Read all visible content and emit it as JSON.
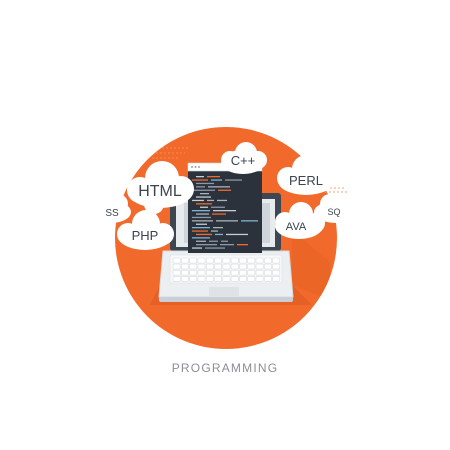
{
  "caption": "PROGRAMMING",
  "bubbles": {
    "cpp": "C++",
    "html": "HTML",
    "perl": "PERL",
    "css": "SS",
    "php": "PHP",
    "java": "AVA",
    "sql": "SQ"
  },
  "colors": {
    "circle": "#f26a2b",
    "circle_shadow": "#d95720",
    "laptop_body": "#eceff2",
    "laptop_keys": "#ffffff",
    "screen_frame": "#3d4651",
    "screen": "#2b323b",
    "cloud": "#ffffff",
    "text": "#3b4450",
    "caption": "#8a8f96"
  },
  "icons": [
    "laptop-icon",
    "code-window-icon",
    "cloud-icon"
  ]
}
